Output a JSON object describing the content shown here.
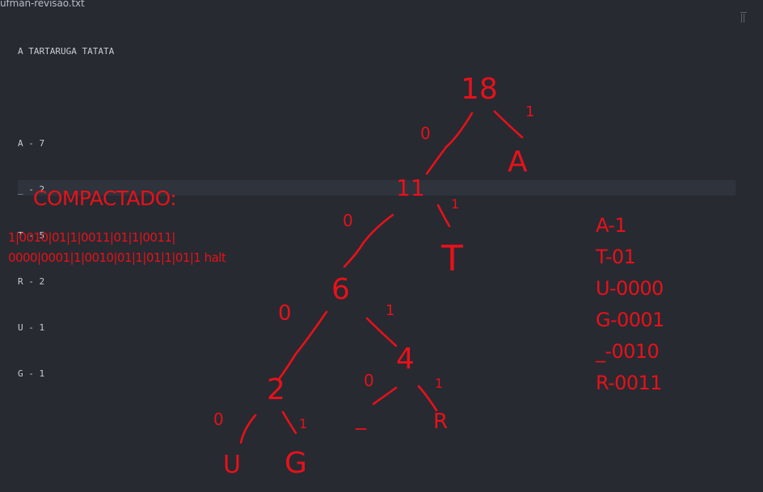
{
  "window": {
    "tab_title": "ufman-revisao.txt"
  },
  "editor": {
    "lines": [
      "A TARTARUGA TATATA",
      "",
      "A - 7",
      "_ - 2",
      "T - 5",
      "R - 2",
      "U - 1",
      "G - 1"
    ]
  },
  "annotations": {
    "compact_title": "COMPACTADO:",
    "compact_lines": [
      "1|0010|01|1|0011|01|1|0011|",
      "0000|0001|1|0010|01|1|01|1|01|1 halt"
    ],
    "codes": [
      "A-1",
      "T-01",
      "U-0000",
      "G-0001",
      "_-0010",
      "R-0011"
    ],
    "tree": {
      "root": "18",
      "n11": "11",
      "n6": "6",
      "n4": "4",
      "n2": "2",
      "leaf_a": "A",
      "leaf_t": "T",
      "leaf_u": "U",
      "leaf_g": "G",
      "leaf_space": "_",
      "leaf_r": "R",
      "bit_zero": "0",
      "bit_one": "1"
    },
    "ink_color": "#e8111b"
  }
}
